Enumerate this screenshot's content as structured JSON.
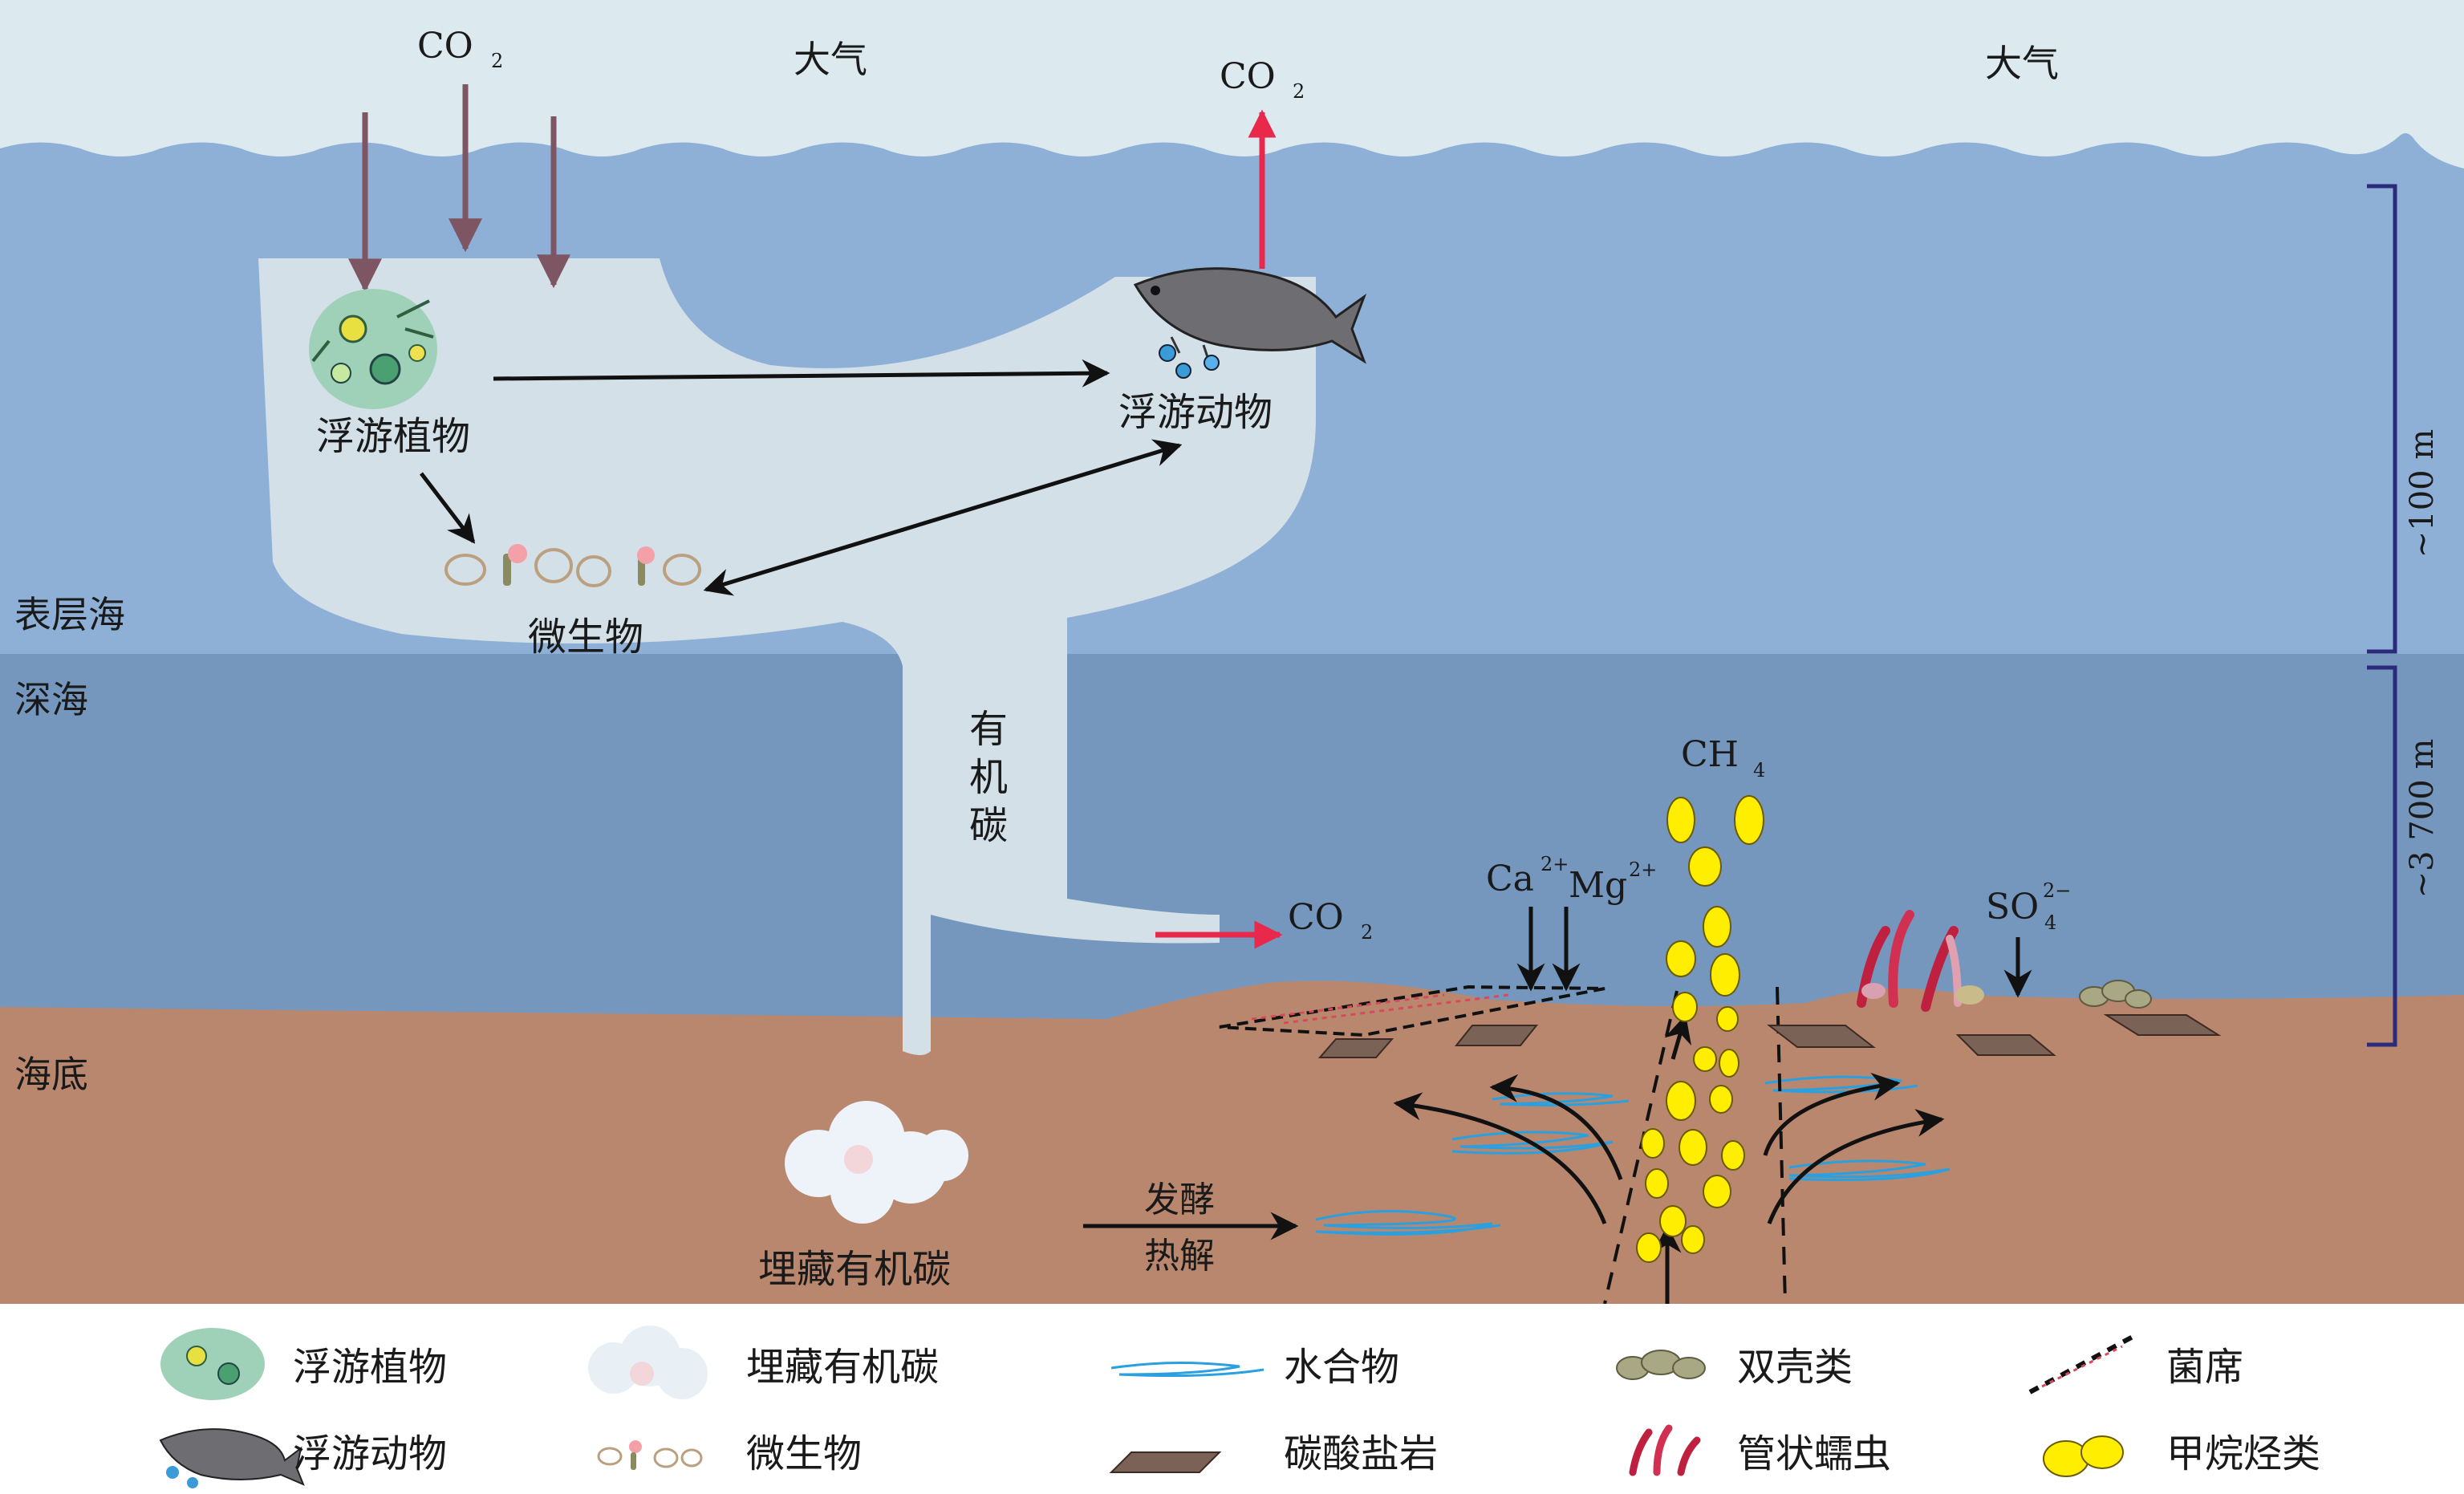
{
  "labels": {
    "atmosphere_left": "大气",
    "atmosphere_right": "大气",
    "co2": "CO",
    "co2_sub": "2",
    "phytoplankton": "浮游植物",
    "zooplankton": "浮游动物",
    "microbes": "微生物",
    "organic_carbon_1": "有",
    "organic_carbon_2": "机",
    "organic_carbon_3": "碳",
    "surface_ocean": "表层海",
    "deep_sea": "深海",
    "seafloor": "海底",
    "buried_organic_carbon": "埋藏有机碳",
    "fermentation": "发酵",
    "pyrolysis": "热解",
    "ch4": "CH",
    "ch4_sub": "4",
    "ca": "Ca",
    "ca_sup": "2+",
    "mg": "Mg",
    "mg_sup": "2+",
    "so4": "SO",
    "so4_sub": "4",
    "so4_sup": "2−",
    "depth_100": "~100 m",
    "depth_3700": "~3 700 m"
  },
  "legend": {
    "phytoplankton": "浮游植物",
    "zooplankton": "浮游动物",
    "buried_organic_carbon": "埋藏有机碳",
    "microbes": "微生物",
    "hydrates": "水合物",
    "carbonate_rock": "碳酸盐岩",
    "bivalves": "双壳类",
    "tube_worms": "管状蠕虫",
    "microbial_mat": "菌席",
    "methane_hydrocarbons": "甲烷烃类"
  },
  "colors": {
    "sky": "#dce9ee",
    "surface_ocean": "#8fb0d6",
    "deep_ocean": "#7597bd",
    "seafloor": "#b9876e",
    "pipe": "#d3e0e8",
    "co2_in_arrow": "#7e5563",
    "co2_out_arrow": "#e8294b",
    "hydrate": "#2aa0df",
    "carbonate": "#7a6256",
    "methane": "#ffee00",
    "scale_bar": "#2c2a7a"
  }
}
